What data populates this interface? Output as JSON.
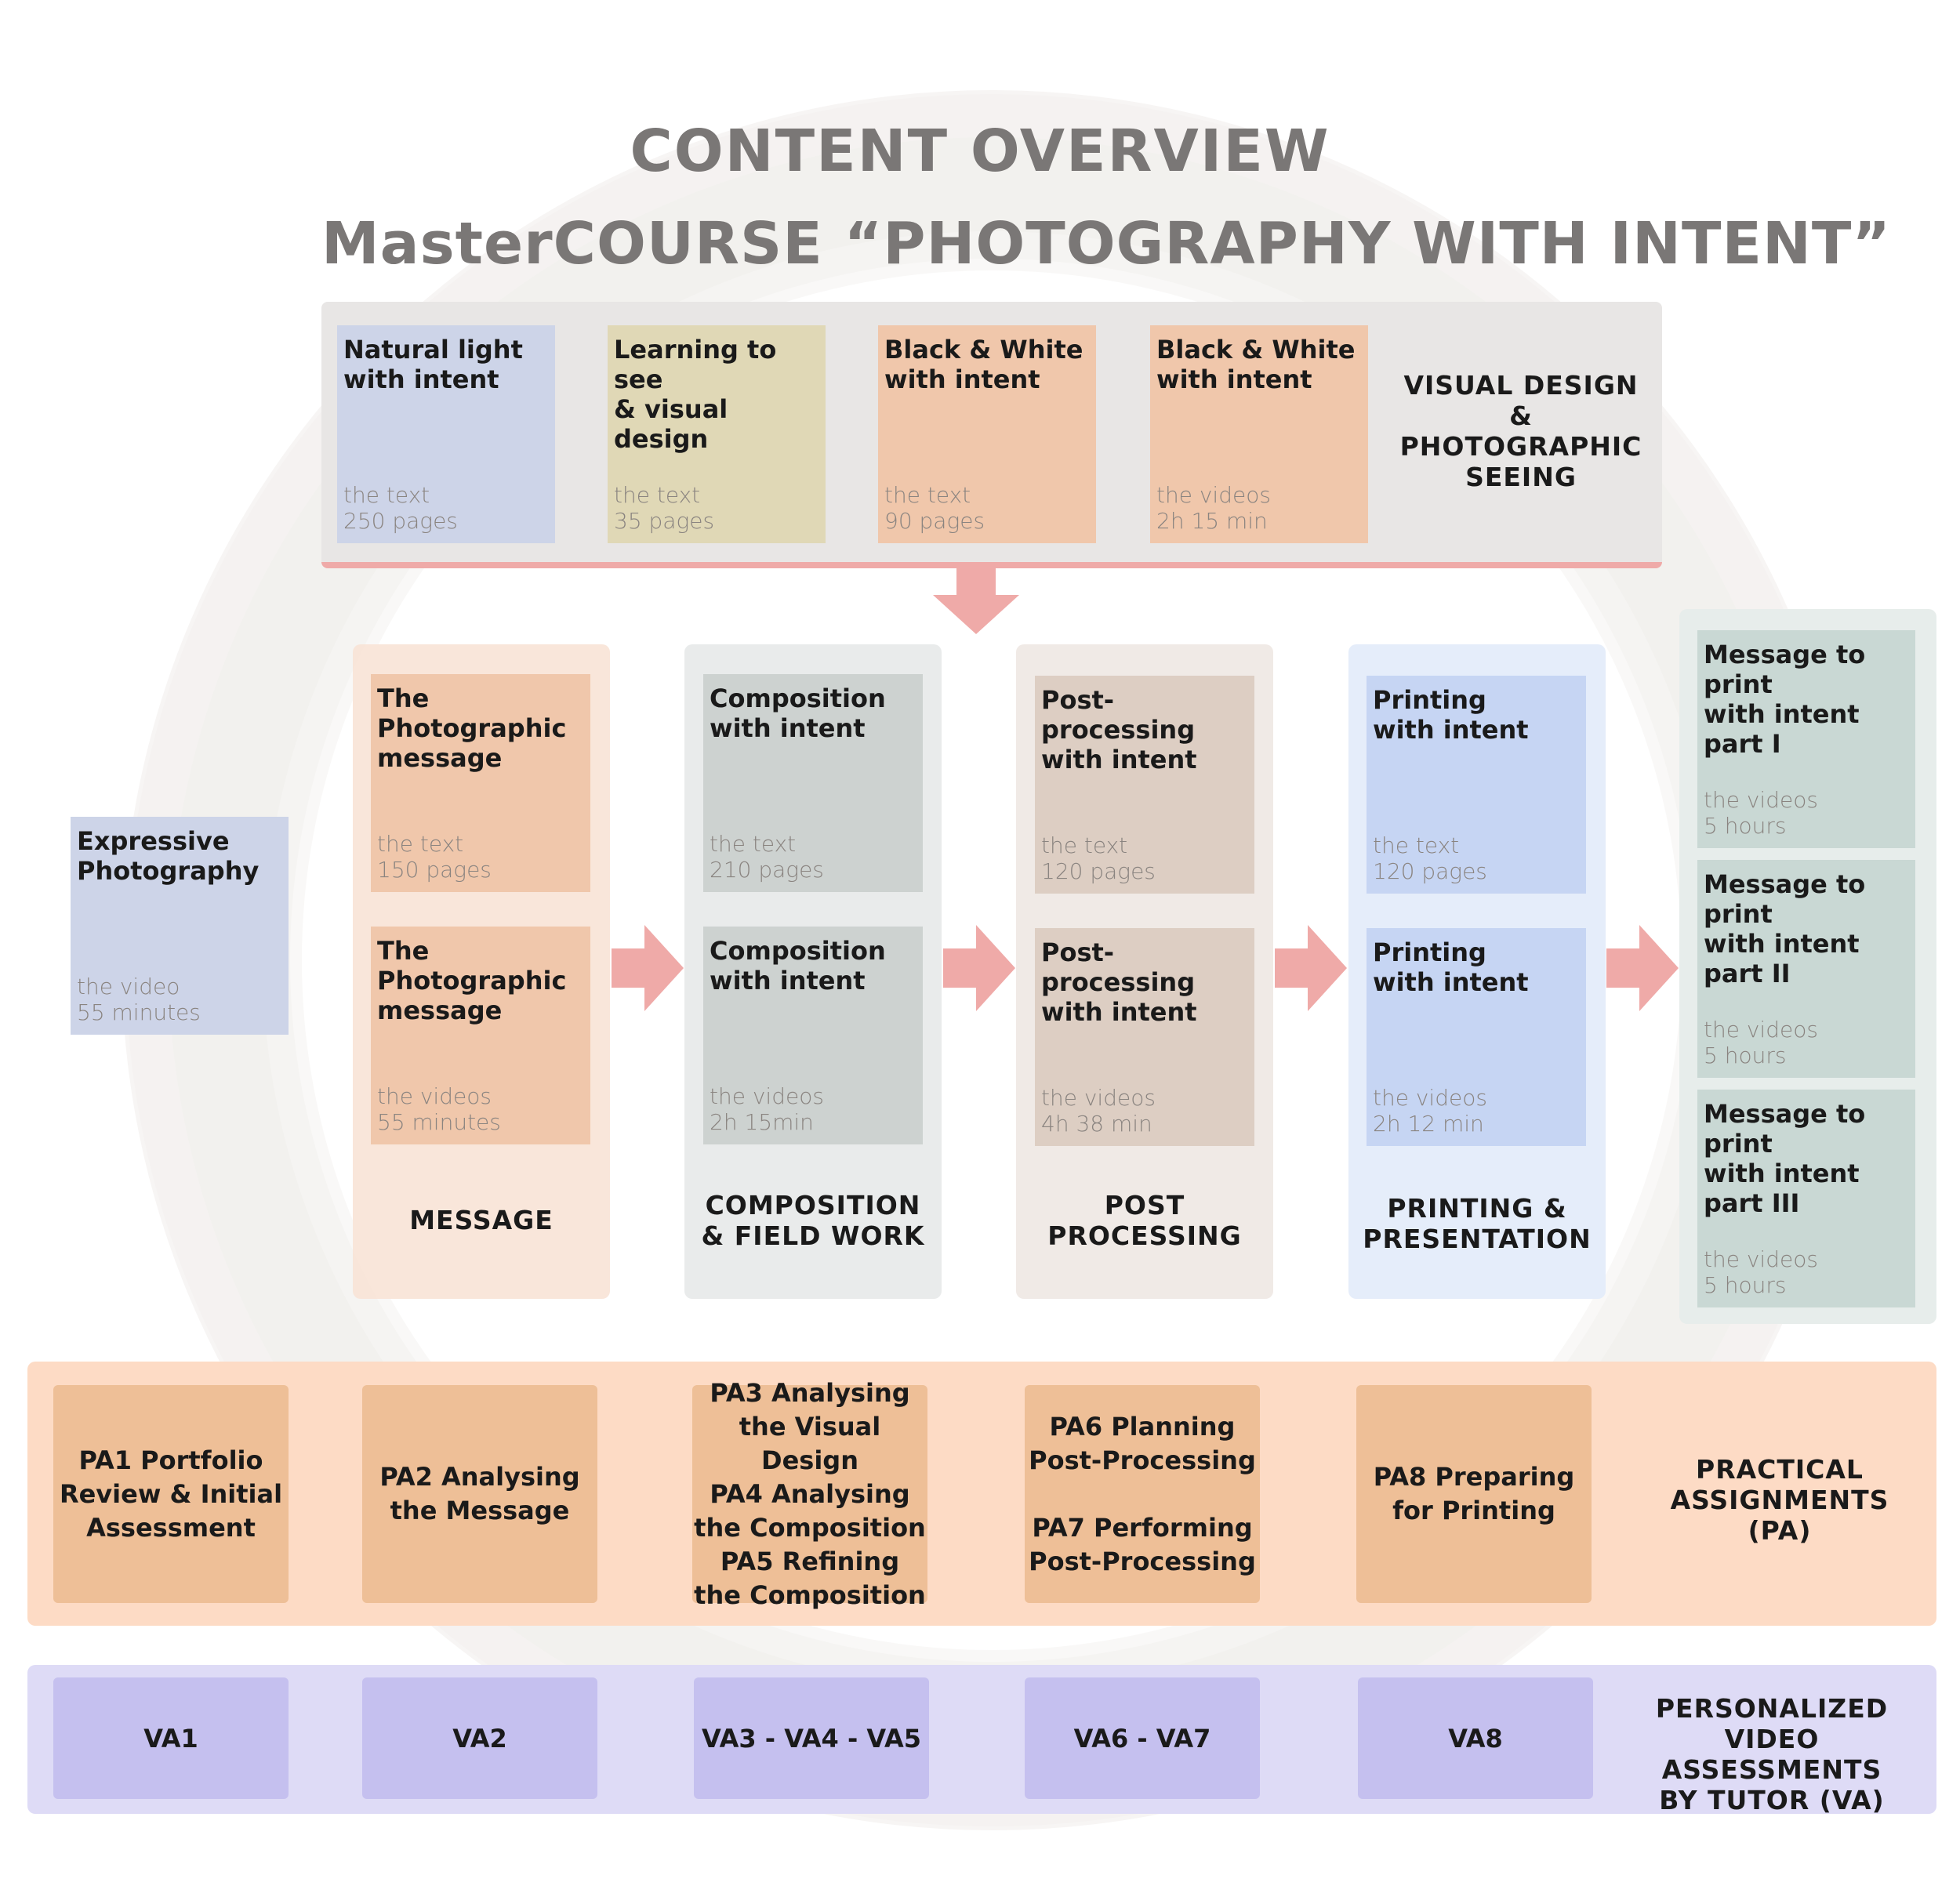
{
  "header": {
    "title": "CONTENT OVERVIEW",
    "subtitle": "MasterCOURSE  “PHOTOGRAPHY WITH INTENT”"
  },
  "colors": {
    "blue_card": "#cdd4e8",
    "yellow_card": "#e0d8b6",
    "orange_card": "#f0c7ab",
    "gray_card": "#cdd2d0",
    "taupe_card": "#ddcec3",
    "lightblue_card": "#c6d5f3",
    "teal_card": "#c9d8d4",
    "arrow": "#efaaa8",
    "pa_panel": "#fdd9c2",
    "va_panel": "#dcd9f6"
  },
  "top_section": {
    "label": "VISUAL DESIGN\n&\nPHOTOGRAPHIC\nSEEING",
    "cards": [
      {
        "title": "Natural light\nwith intent",
        "type": "the text",
        "amount": "250 pages"
      },
      {
        "title": "Learning to see\n& visual design",
        "type": "the text",
        "amount": "35 pages"
      },
      {
        "title": "Black & White\nwith intent",
        "type": "the text",
        "amount": "90 pages"
      },
      {
        "title": "Black & White\nwith intent",
        "type": "the videos",
        "amount": "2h 15 min"
      }
    ]
  },
  "expressive": {
    "title": "Expressive\nPhotography",
    "type": "the video",
    "amount": "55 minutes"
  },
  "stages": [
    {
      "label": "MESSAGE",
      "cards": [
        {
          "title": "The Photographic\nmessage",
          "type": "the text",
          "amount": "150 pages"
        },
        {
          "title": "The Photographic\nmessage",
          "type": "the videos",
          "amount": "55 minutes"
        }
      ]
    },
    {
      "label": "COMPOSITION\n& FIELD WORK",
      "cards": [
        {
          "title": "Composition\nwith intent",
          "type": "the text",
          "amount": "210 pages"
        },
        {
          "title": "Composition\nwith intent",
          "type": "the videos",
          "amount": "2h 15min"
        }
      ]
    },
    {
      "label": "POST\nPROCESSING",
      "cards": [
        {
          "title": "Post-processing\nwith intent",
          "type": "the text",
          "amount": "120 pages"
        },
        {
          "title": "Post-processing\nwith intent",
          "type": "the videos",
          "amount": "4h 38 min"
        }
      ]
    },
    {
      "label": "PRINTING &\nPRESENTATION",
      "cards": [
        {
          "title": "Printing\nwith intent",
          "type": "the text",
          "amount": "120 pages"
        },
        {
          "title": "Printing\nwith intent",
          "type": "the videos",
          "amount": "2h 12 min"
        }
      ]
    }
  ],
  "print_series": [
    {
      "title": "Message to print\nwith intent\npart I",
      "type": "the videos",
      "amount": "5 hours"
    },
    {
      "title": "Message to print\nwith intent\npart II",
      "type": "the videos",
      "amount": "5 hours"
    },
    {
      "title": "Message to print\nwith intent\npart III",
      "type": "the videos",
      "amount": "5 hours"
    }
  ],
  "practical": {
    "label": "PRACTICAL\nASSIGNMENTS\n(PA)",
    "items": [
      "PA1 Portfolio\nReview & Initial\nAssessment",
      "PA2 Analysing\nthe Message",
      "PA3 Analysing\nthe Visual Design\nPA4 Analysing\nthe Composition\nPA5 Refining\nthe Composition",
      "PA6 Planning\nPost-Processing\n\nPA7 Performing\nPost-Processing",
      "PA8 Preparing\nfor Printing"
    ]
  },
  "video_assessments": {
    "label": "PERSONALIZED\nVIDEO ASSESSMENTS\nBY TUTOR (VA)",
    "items": [
      "VA1",
      "VA2",
      "VA3 - VA4 - VA5",
      "VA6 - VA7",
      "VA8"
    ]
  }
}
